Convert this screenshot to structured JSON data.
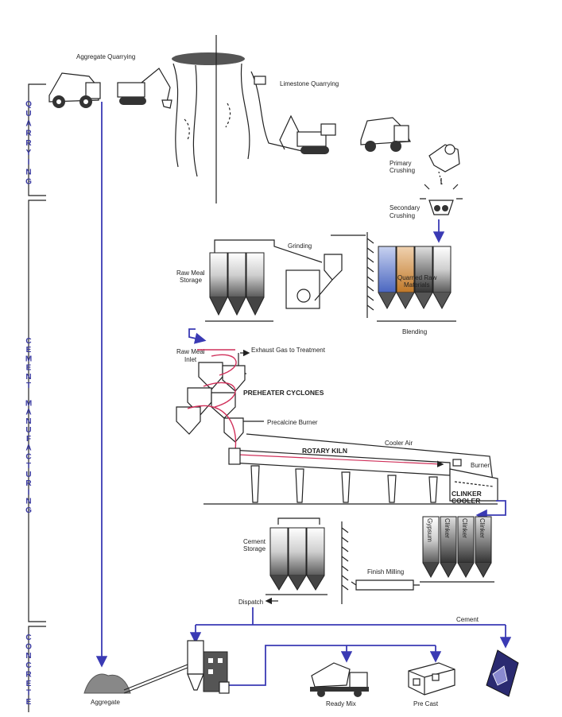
{
  "stages": [
    {
      "letters": [
        "Q",
        "U",
        "A",
        "R",
        "R",
        "Y",
        "I",
        "N",
        "G"
      ]
    },
    {
      "letters": [
        "C",
        "E",
        "M",
        "E",
        "N",
        "T",
        "",
        "M",
        "A",
        "N",
        "U",
        "F",
        "A",
        "C",
        "T",
        "U",
        "R",
        "I",
        "N",
        "G"
      ]
    },
    {
      "letters": [
        "C",
        "O",
        "N",
        "C",
        "R",
        "E",
        "T",
        "E"
      ]
    }
  ],
  "labels": {
    "aggregate_quarrying": "Aggregate Quarrying",
    "limestone_quarrying": "Limestone Quarrying",
    "primary_crushing_1": "Primary",
    "primary_crushing_2": "Crushing",
    "secondary_crushing_1": "Secondary",
    "secondary_crushing_2": "Crushing",
    "grinding": "Grinding",
    "raw_meal_storage_1": "Raw Meal",
    "raw_meal_storage_2": "Storage",
    "quarried_raw_1": "Quarried Raw",
    "quarried_raw_2": "Materials",
    "blending": "Blending",
    "raw_meal_inlet_1": "Raw Meal",
    "raw_meal_inlet_2": "Inlet",
    "exhaust_gas": "Exhaust Gas to Treatment",
    "preheater_cyclones": "PREHEATER CYCLONES",
    "precalcine_burner": "Precalcine Burner",
    "cooler_air": "Cooler Air",
    "rotary_kiln": "ROTARY KILN",
    "burner": "Burner",
    "clinker_cooler_1": "CLINKER",
    "clinker_cooler_2": "COOLER",
    "cement_storage_1": "Cement",
    "cement_storage_2": "Storage",
    "gypsum": "Gypsum",
    "clinker_a": "Clinker",
    "clinker_b": "Clinker",
    "clinker_c": "Clinker",
    "finish_milling": "Finish Milling",
    "dispatch": "Dispatch",
    "cement": "Cement",
    "aggregate": "Aggregate",
    "ready_mix": "Ready Mix",
    "pre_cast": "Pre Cast"
  },
  "colors": {
    "flow": "#3a3ab4",
    "stage_text": "#3a3aa0",
    "gas": "#d0305a",
    "silo_blue": "#5a78c8",
    "silo_orange": "#d08a3a"
  }
}
